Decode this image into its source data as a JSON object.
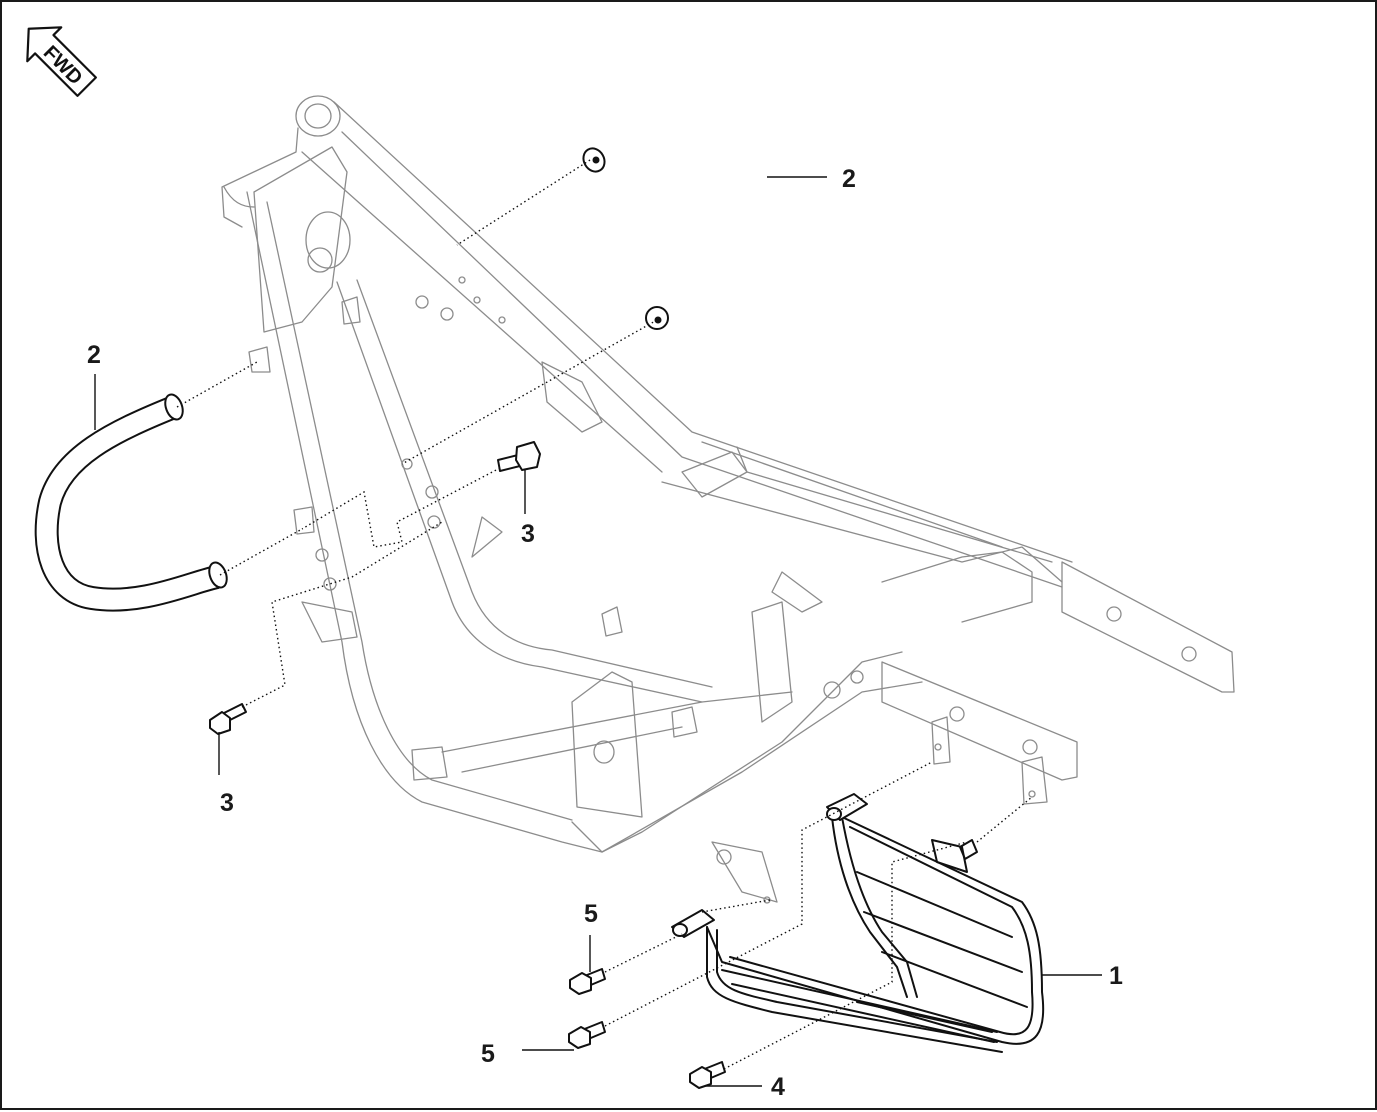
{
  "fwd_badge": {
    "text": "FWD",
    "icon": "forward-arrow-icon"
  },
  "callouts": {
    "c1": "1",
    "c2_top": "2",
    "c2_left": "2",
    "c3_upper": "3",
    "c3_lower": "3",
    "c4": "4",
    "c5_upper": "5",
    "c5_lower": "5"
  },
  "colors": {
    "part_line": "#111111",
    "frame_line": "#8c8c8c",
    "background": "#ffffff"
  }
}
